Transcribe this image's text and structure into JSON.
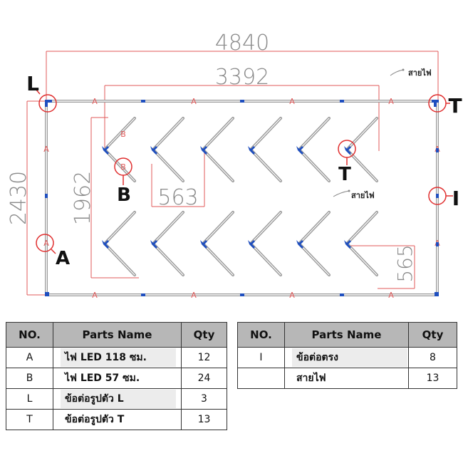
{
  "dimensions": {
    "overall_width": "4840",
    "inner_width": "3392",
    "overall_height": "2430",
    "inner_height": "1962",
    "spacing": "563",
    "v_spacing": "565"
  },
  "markers": {
    "L": "L",
    "T": "T",
    "A": "A",
    "B": "B",
    "I": "I"
  },
  "edge_label": "A",
  "small_label_B": "B",
  "wire_label": "สายไฟ",
  "colors": {
    "frame": "#9a9a9a",
    "connector": "#1f4fbf",
    "dimension": "#e05a5a",
    "header_bg": "#b7b7b7"
  },
  "table_left": {
    "headers": {
      "no": "NO.",
      "name": "Parts Name",
      "qty": "Qty"
    },
    "rows": [
      {
        "no": "A",
        "name": "ไฟ LED 118 ซม.",
        "qty": "12"
      },
      {
        "no": "B",
        "name": "ไฟ LED 57 ซม.",
        "qty": "24"
      },
      {
        "no": "L",
        "name": "ข้อต่อรูปตัว L",
        "qty": "3"
      },
      {
        "no": "T",
        "name": "ข้อต่อรูปตัว T",
        "qty": "13"
      }
    ]
  },
  "table_right": {
    "headers": {
      "no": "NO.",
      "name": "Parts Name",
      "qty": "Qty"
    },
    "rows": [
      {
        "no": "I",
        "name": "ข้อต่อตรง",
        "qty": "8"
      },
      {
        "no": "",
        "name": "สายไฟ",
        "qty": "13"
      }
    ]
  }
}
